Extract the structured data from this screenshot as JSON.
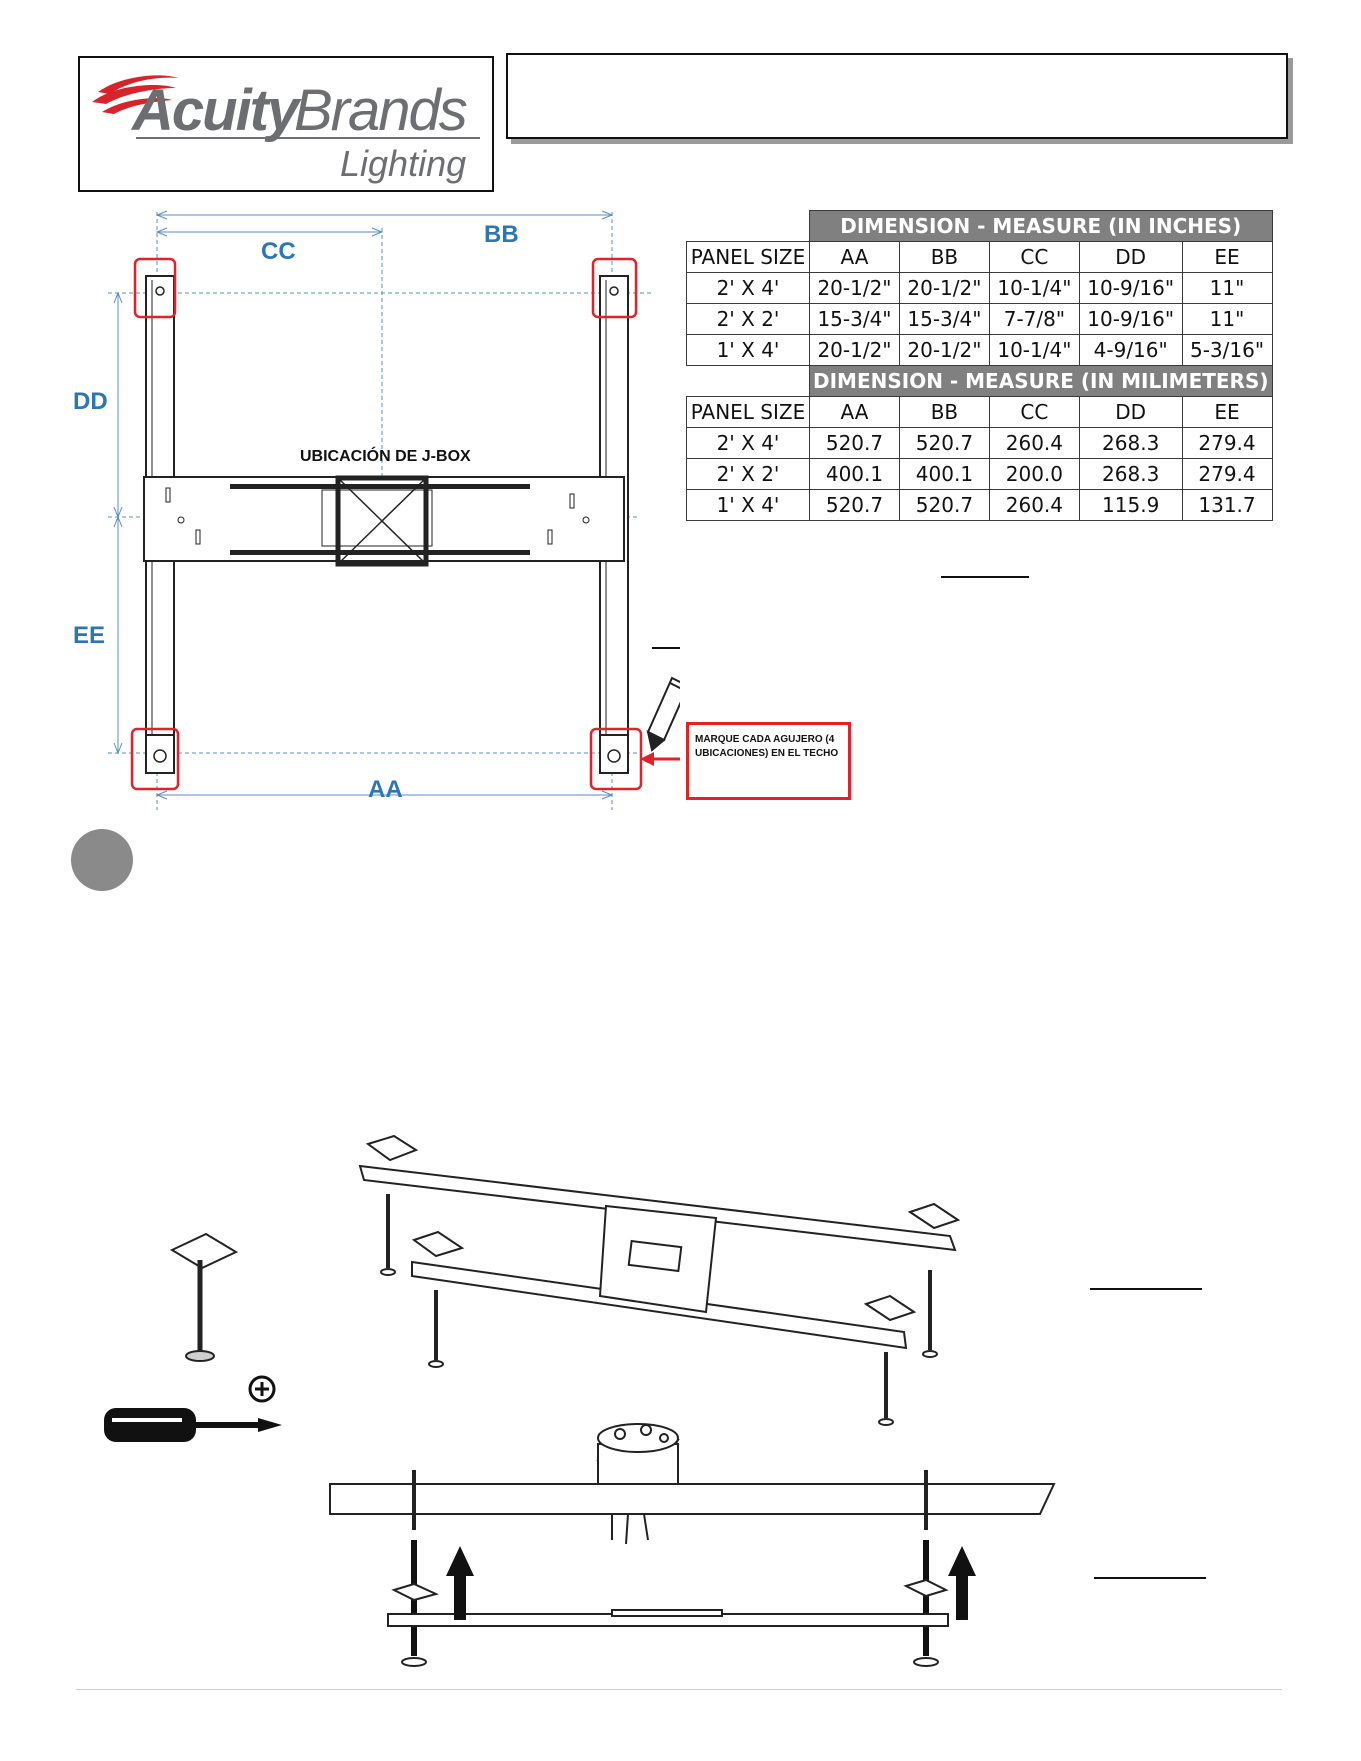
{
  "logo": {
    "brand_primary": "Acuity",
    "brand_secondary": "Brands",
    "sub": "Lighting",
    "colors": {
      "swoosh": "#d8232a",
      "text": "#6d6e71"
    }
  },
  "diagram": {
    "labels": {
      "cc": "CC",
      "bb": "BB",
      "dd": "DD",
      "ee": "EE",
      "aa": "AA",
      "jbox": "UBICACIÓN DE J-BOX"
    },
    "label_color": "#2e75b6",
    "highlight_color": "#e0232a"
  },
  "table": {
    "inches_title": "DIMENSION - MEASURE (IN INCHES)",
    "mm_title": "DIMENSION - MEASURE (IN MILIMETERS)",
    "columns": [
      "PANEL SIZE",
      "AA",
      "BB",
      "CC",
      "DD",
      "EE"
    ],
    "inches_rows": [
      [
        "2' X 4'",
        "20-1/2\"",
        "20-1/2\"",
        "10-1/4\"",
        "10-9/16\"",
        "11\""
      ],
      [
        "2' X 2'",
        "15-3/4\"",
        "15-3/4\"",
        "7-7/8\"",
        "10-9/16\"",
        "11\""
      ],
      [
        "1' X 4'",
        "20-1/2\"",
        "20-1/2\"",
        "10-1/4\"",
        "4-9/16\"",
        "5-3/16\""
      ]
    ],
    "mm_rows": [
      [
        "2' X 4'",
        "520.7",
        "520.7",
        "260.4",
        "268.3",
        "279.4"
      ],
      [
        "2' X 2'",
        "400.1",
        "400.1",
        "200.0",
        "268.3",
        "279.4"
      ],
      [
        "1' X 4'",
        "520.7",
        "520.7",
        "260.4",
        "115.9",
        "131.7"
      ]
    ],
    "header_color": "#808080"
  },
  "note": {
    "text": "MARQUE CADA AGUJERO (4 UBICACIONES) EN EL TECHO"
  },
  "icons": {
    "pencil": "pencil-icon",
    "arrow": "arrow-left-icon",
    "screwdriver": "phillips-screwdriver-icon",
    "plus": "phillips-plus-icon",
    "up_arrow": "arrow-up-icon"
  }
}
